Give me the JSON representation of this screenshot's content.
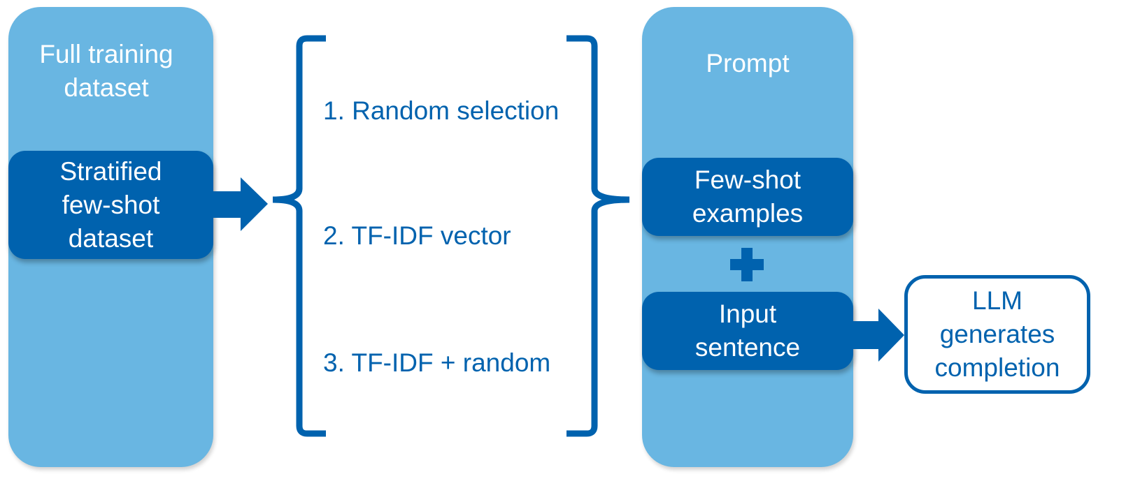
{
  "dataset_panel": {
    "title": "Full training\ndataset",
    "subset_label": "Stratified\nfew-shot\ndataset"
  },
  "methods": [
    {
      "label": "1. Random selection"
    },
    {
      "label": "2. TF-IDF vector"
    },
    {
      "label": "3. TF-IDF + random"
    }
  ],
  "prompt_panel": {
    "title": "Prompt",
    "examples_label": "Few-shot\nexamples",
    "input_label": "Input\nsentence"
  },
  "llm_box": {
    "label": "LLM\ngenerates\ncompletion"
  },
  "colors": {
    "light_blue": "#69b6e2",
    "dark_blue": "#0062ae",
    "white": "#ffffff"
  }
}
